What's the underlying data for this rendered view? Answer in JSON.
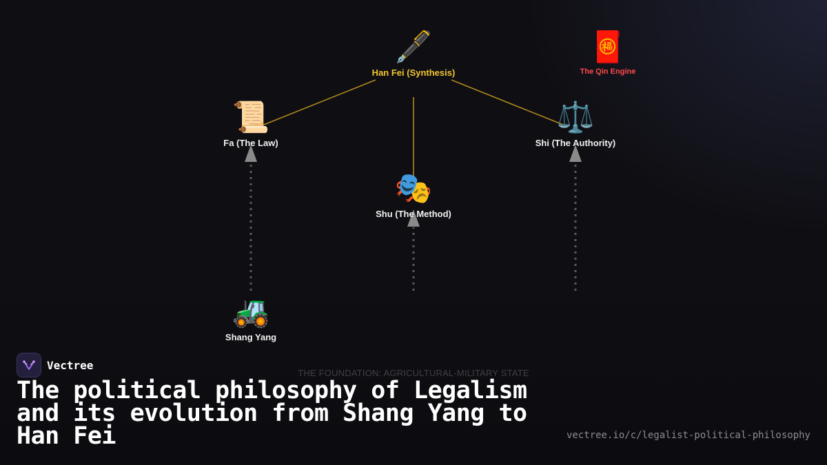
{
  "diagram": {
    "nodes": {
      "han_fei": {
        "emoji": "🖋️",
        "label": "Han Fei (Synthesis)"
      },
      "qin_engine": {
        "emoji": "🧧",
        "label": "The Qin Engine"
      },
      "fa": {
        "emoji": "📜",
        "label": "Fa (The Law)"
      },
      "shi": {
        "emoji": "⚖️",
        "label": "Shi (The Authority)"
      },
      "shu": {
        "emoji": "🎭",
        "label": "Shu (The Method)"
      },
      "shang_yang": {
        "emoji": "🚜",
        "label": "Shang Yang"
      }
    },
    "foundation_label": "THE FOUNDATION: AGRICULTURAL-MILITARY STATE",
    "colors": {
      "synthesis_edge": "#b08a1e",
      "dependency_edge": "#5a5a60",
      "arrowhead": "#8a8a8a",
      "highlight": "#f4c430",
      "qin": "#ff4b4b"
    }
  },
  "brand": {
    "name": "Vectree",
    "logo_icon": "vectree-logo-icon"
  },
  "title": "The political philosophy of Legalism and its evolution from Shang Yang to Han Fei",
  "url": "vectree.io/c/legalist-political-philosophy"
}
